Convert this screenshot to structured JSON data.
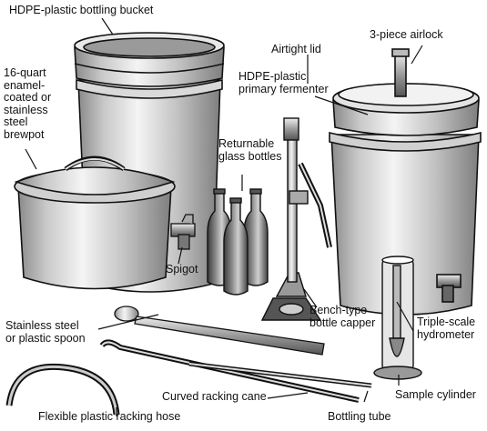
{
  "labels": {
    "bottling_bucket": "HDPE-plastic bottling bucket",
    "brewpot": "16-quart\nenamel-\ncoated or\nstainless\nsteel\nbrewpot",
    "airtight_lid": "Airtight lid",
    "airlock": "3-piece airlock",
    "primary_fermenter": "HDPE-plastic\nprimary fermenter",
    "glass_bottles": "Returnable\nglass bottles",
    "spigot": "Spigot",
    "spoon": "Stainless steel\nor plastic spoon",
    "capper": "Bench-type\nbottle capper",
    "hydrometer": "Triple-scale\nhydrometer",
    "sample_cylinder": "Sample cylinder",
    "racking_cane": "Curved racking cane",
    "bottling_tube": "Bottling tube",
    "racking_hose": "Flexible plastic racking hose"
  }
}
